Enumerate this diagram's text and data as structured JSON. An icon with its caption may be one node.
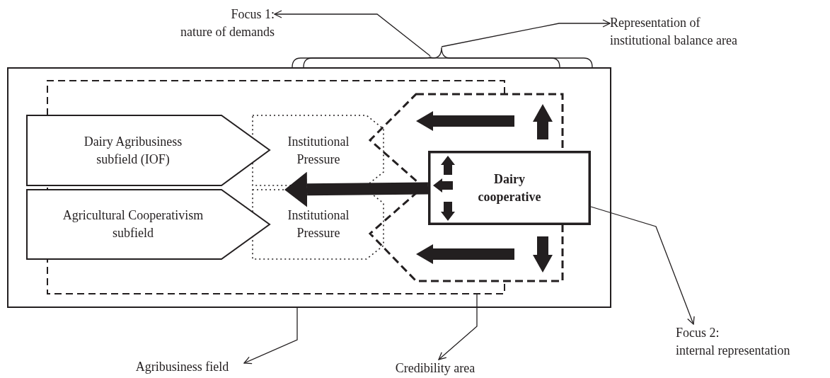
{
  "diagram": {
    "nodes": [
      {
        "text": [],
        "shape": "box"
      },
      {
        "text": [],
        "shape": "box",
        "in": 0
      },
      {
        "text": [],
        "shape": "hexagon",
        "in": 0
      },
      {
        "text": [
          "Dairy Agribusiness subfield (IOF)"
        ],
        "in": 0
      },
      {
        "text": [
          "Agricultural Cooperativism subfield"
        ],
        "in": 0
      },
      {
        "text": [
          "Institutional Pressure"
        ],
        "in": 1
      },
      {
        "text": [
          "Institutional Pressure"
        ],
        "in": 1
      },
      {
        "text": [
          "Dairy cooperative"
        ],
        "in": 0
      },
      {
        "text": [
          "Focus 1:",
          "nature of demands"
        ]
      },
      {
        "text": [
          "Representation of institutional balance area"
        ]
      },
      {
        "text": [
          "Agribusiness field"
        ]
      },
      {
        "text": [
          "Credibility area"
        ]
      },
      {
        "text": [
          "Focus 2:",
          "internal representation"
        ]
      },
      {
        "text": [],
        "shape": "brace",
        "in": 14
      },
      {
        "text": [],
        "shape": "brace"
      }
    ],
    "edges": [
      {
        "from": 13,
        "to": 8,
        "arrow": "to"
      },
      {
        "from": 14,
        "to": 9,
        "arrow": "to"
      },
      {
        "from": 7,
        "to": 6,
        "arrow": "to",
        "style": "thick"
      },
      {
        "from": 0,
        "to": 10,
        "arrow": "to"
      },
      {
        "from": 1,
        "to": 11,
        "arrow": "to"
      },
      {
        "from": 7,
        "to": 12,
        "arrow": "to"
      }
    ]
  }
}
